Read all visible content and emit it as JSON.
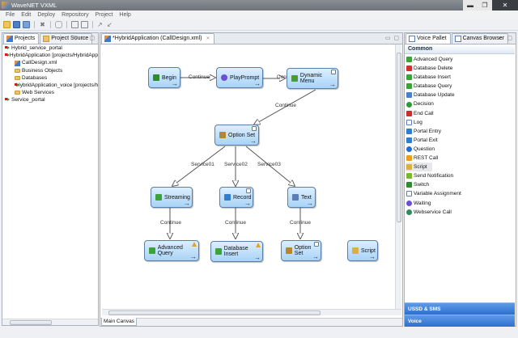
{
  "window": {
    "title": "WaveNET VXML",
    "controls": {
      "minimize": "▬",
      "maximize": "❐",
      "close": "✕"
    }
  },
  "menu": [
    "File",
    "Edit",
    "Deploy",
    "Repository",
    "Project",
    "Help"
  ],
  "toolbar": {
    "icons": [
      "new-file-icon",
      "save-icon",
      "save-all-icon",
      "delete-icon",
      "deploy-icon",
      "export-icon",
      "import-icon",
      "undo-icon",
      "redo-icon"
    ]
  },
  "left_panel": {
    "tabs": [
      {
        "label": "Projects",
        "active": true
      },
      {
        "label": "Project Source",
        "active": false
      }
    ],
    "controls": "▽ ▭ ▢",
    "tree": [
      {
        "label": "Hybrid_service_portal",
        "type": "project",
        "indent": 0
      },
      {
        "label": "HybridApplication [projects/HybridApp",
        "type": "project",
        "indent": 0
      },
      {
        "label": "CallDesign.xml",
        "type": "file",
        "indent": 1
      },
      {
        "label": "Business Objects",
        "type": "folder",
        "indent": 1
      },
      {
        "label": "Databases",
        "type": "folder",
        "indent": 1
      },
      {
        "label": "HybridApplication_voice [projects/h",
        "type": "project",
        "indent": 1
      },
      {
        "label": "Web Services",
        "type": "folder",
        "indent": 1
      },
      {
        "label": "Service_portal",
        "type": "project",
        "indent": 0
      }
    ]
  },
  "editor": {
    "tab_label": "*HybridApplication (CallDesign.xml)",
    "tab_close": "✕",
    "controls": "▭ ▢",
    "bottom_tab": "Main Canvas",
    "nodes": [
      {
        "id": "begin",
        "label": "Begin",
        "icon_color": "#2e8b2e",
        "badge": "none"
      },
      {
        "id": "playprompt",
        "label": "PlayPrompt",
        "icon_color": "#6b4fd6",
        "badge": "none"
      },
      {
        "id": "dynamic-menu",
        "label": "Dynamic Menu",
        "icon_color": "#4a9a3a",
        "badge": "edit"
      },
      {
        "id": "option-set-1",
        "label": "Option Set",
        "icon_color": "#b8862a",
        "badge": "edit"
      },
      {
        "id": "streaming",
        "label": "Streaming",
        "icon_color": "#3aa33a",
        "badge": "none"
      },
      {
        "id": "record",
        "label": "Record",
        "icon_color": "#2f7fd0",
        "badge": "edit"
      },
      {
        "id": "text",
        "label": "Text",
        "icon_color": "#5a7fb8",
        "badge": "none"
      },
      {
        "id": "advanced-query",
        "label": "Advanced Query",
        "icon_color": "#3aa33a",
        "badge": "warning"
      },
      {
        "id": "database-insert",
        "label": "Database Insert",
        "icon_color": "#3aa33a",
        "badge": "warning"
      },
      {
        "id": "option-set-2",
        "label": "Option Set",
        "icon_color": "#b8862a",
        "badge": "edit"
      },
      {
        "id": "script",
        "label": "Script",
        "icon_color": "#d8b23a",
        "badge": "none"
      }
    ],
    "edges": [
      {
        "from": "begin",
        "to": "playprompt",
        "label": "Continue"
      },
      {
        "from": "playprompt",
        "to": "dynamic-menu",
        "label": "Continue"
      },
      {
        "from": "dynamic-menu",
        "to": "option-set-1",
        "label": "Continue"
      },
      {
        "from": "option-set-1",
        "to": "streaming",
        "label": "Service01"
      },
      {
        "from": "option-set-1",
        "to": "record",
        "label": "Service02"
      },
      {
        "from": "option-set-1",
        "to": "text",
        "label": "Service03"
      },
      {
        "from": "streaming",
        "to": "advanced-query",
        "label": "Continue"
      },
      {
        "from": "record",
        "to": "database-insert",
        "label": "Continue"
      },
      {
        "from": "text",
        "to": "option-set-2",
        "label": "Continue"
      }
    ]
  },
  "right_panel": {
    "tabs": [
      {
        "label": "Voice Pallet",
        "active": true
      },
      {
        "label": "Canvas Browser",
        "active": false
      }
    ],
    "controls": "▭ ▢",
    "section": "Common",
    "items": [
      {
        "label": "Advanced Query",
        "color": "#3aa33a"
      },
      {
        "label": "Database Delete",
        "color": "#d03030"
      },
      {
        "label": "Database Insert",
        "color": "#3aa33a"
      },
      {
        "label": "Database Query",
        "color": "#3aa33a"
      },
      {
        "label": "Database Update",
        "color": "#4a7fd0"
      },
      {
        "label": "Decision",
        "color": "#2e9a3a"
      },
      {
        "label": "End Call",
        "color": "#c83030"
      },
      {
        "label": "Log",
        "color": "#5a7fb8"
      },
      {
        "label": "Portal Entry",
        "color": "#2f7fd0"
      },
      {
        "label": "Portal Exit",
        "color": "#2f7fd0"
      },
      {
        "label": "Question",
        "color": "#1f6fd0"
      },
      {
        "label": "REST Call",
        "color": "#e8a020"
      },
      {
        "label": "Script",
        "color": "#d8b23a",
        "selected": true
      },
      {
        "label": "Send Notification",
        "color": "#7ab830"
      },
      {
        "label": "Switch",
        "color": "#2e8b2e"
      },
      {
        "label": "Variable Assignment",
        "color": "#6a7b8c"
      },
      {
        "label": "Waiting",
        "color": "#6b4fd6"
      },
      {
        "label": "Webservice Call",
        "color": "#2e8b5a"
      }
    ],
    "drawers": [
      "USSD & SMS",
      "Voice"
    ]
  }
}
